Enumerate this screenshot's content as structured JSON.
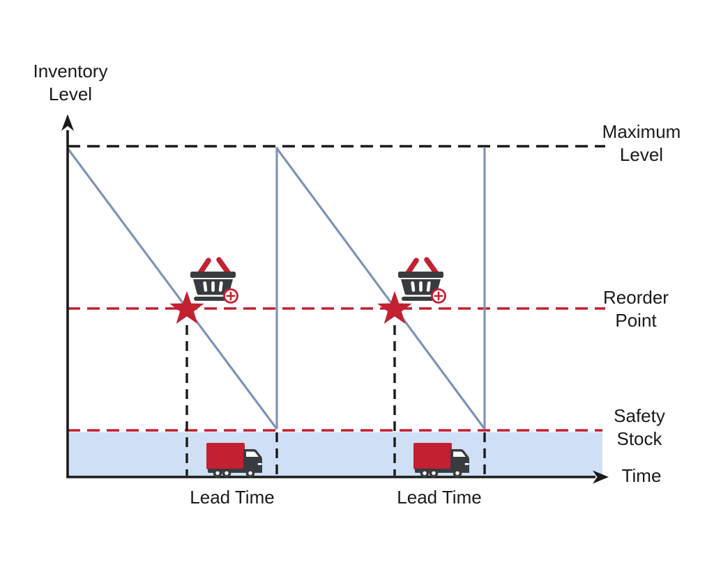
{
  "figure": {
    "type": "inventory-control-sawtooth-diagram",
    "background": "#ffffff",
    "cycle_count": 2
  },
  "axes": {
    "y_label_lines": [
      "Inventory",
      "Level"
    ],
    "x_label": "Time"
  },
  "levels": {
    "maximum": {
      "label_lines": [
        "Maximum",
        "Level"
      ],
      "line_style": "dashed",
      "line_color": "#1a1a1a"
    },
    "reorder": {
      "label_lines": [
        "Reorder",
        "Point"
      ],
      "line_style": "dashed",
      "line_color": "#c32031"
    },
    "safety": {
      "label_lines": [
        "Safety",
        "Stock"
      ],
      "line_style": "dashed",
      "line_color": "#c32031",
      "band_fill": "#cfe0f6"
    }
  },
  "cycles": [
    {
      "lead_time_label": "Lead Time",
      "markers": [
        "reorder-star",
        "add-order-basket",
        "delivery-truck"
      ]
    },
    {
      "lead_time_label": "Lead Time",
      "markers": [
        "reorder-star",
        "add-order-basket",
        "delivery-truck"
      ]
    }
  ],
  "colors": {
    "accent_red": "#c32031",
    "inventory_line": "#7e93b6",
    "safety_band": "#cfe0f6",
    "dark_icon": "#383c40",
    "axis_black": "#1a1a1a"
  }
}
